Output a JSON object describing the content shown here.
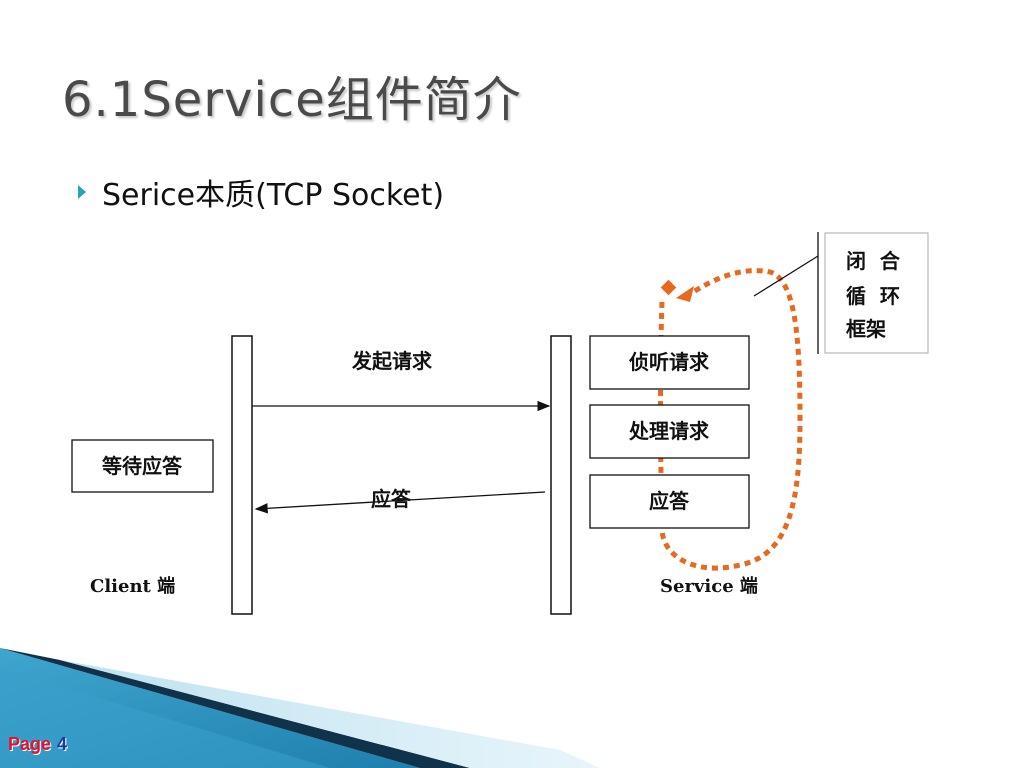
{
  "slide": {
    "title": "6.1Service组件简介",
    "bullet": "Serice本质(TCP  Socket)"
  },
  "diagram": {
    "request_label": "发起请求",
    "response_label": "应答",
    "client_wait_box": "等待应答",
    "client_label": "Client 端",
    "server_label": "Service 端",
    "server_steps": [
      "侦听请求",
      "处理请求",
      "应答"
    ],
    "loop_note": [
      "闭  合",
      "循  环",
      "框架"
    ],
    "loop_color": "#e8681e"
  },
  "footer": {
    "page_label": "Page",
    "page_number": "4"
  }
}
